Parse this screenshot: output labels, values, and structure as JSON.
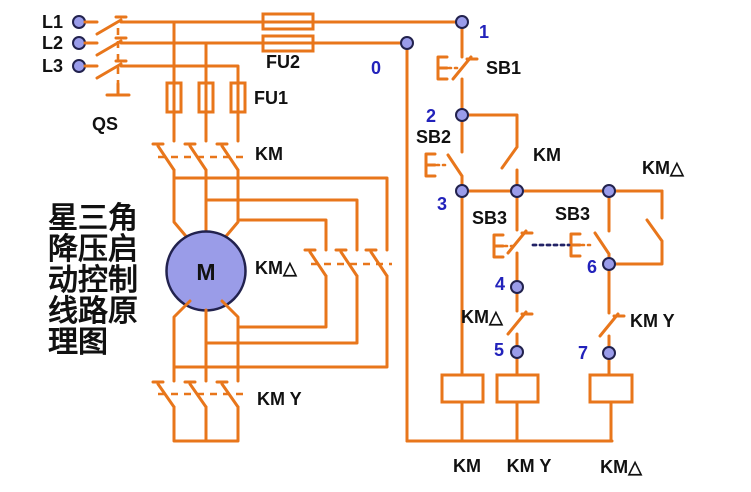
{
  "diagram_title": {
    "full": "星三角降压启动控制线路原理图",
    "lines": [
      "星三角",
      "降压启",
      "动控制",
      "线路原",
      "理图"
    ]
  },
  "colors": {
    "wire": "#E8761B",
    "node_fill": "#9A9CEA",
    "node_stroke": "#22224E",
    "node_number_text": "#2222BB",
    "label_text": "#111111",
    "motor_fill": "#9A9CE8",
    "mechanical_link_dash": "#222266",
    "background": "#FFFFFF"
  },
  "power": {
    "phases": [
      "L1",
      "L2",
      "L3"
    ],
    "disconnect_switch": "QS",
    "main_fuse": "FU1",
    "control_fuse": "FU2",
    "main_contactor_contacts": "KM",
    "delta_contactor_contacts": "KM△",
    "star_contactor_contacts": "KM Y",
    "motor": "M"
  },
  "control": {
    "nodes": [
      "0",
      "1",
      "2",
      "3",
      "4",
      "5",
      "6",
      "7"
    ],
    "stop_button": "SB1",
    "start_button": "SB2",
    "transfer_button_nc": "SB3",
    "transfer_button_no": "SB3",
    "km_holding_contact": "KM",
    "km_delta_holding_contact": "KM△",
    "km_delta_interlock": "KM△",
    "km_star_interlock": "KM Y",
    "coil_km": "KM",
    "coil_km_star": "KM Y",
    "coil_km_delta": "KM△"
  }
}
